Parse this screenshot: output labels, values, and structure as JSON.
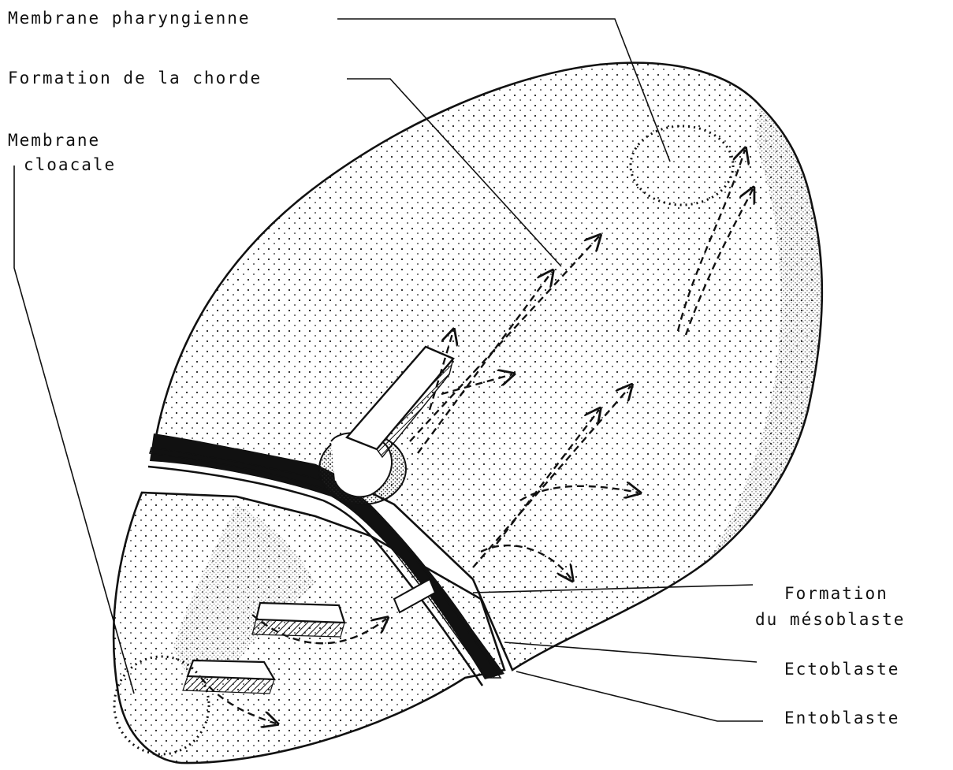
{
  "labels": {
    "membrane_pharyngienne": "Membrane pharyngienne",
    "formation_chorde": "Formation de la chorde",
    "membrane_cloacale_line1": "Membrane",
    "membrane_cloacale_line2": "cloacale",
    "formation_mesoblaste_line1": "Formation",
    "formation_mesoblaste_line2": "du mésoblaste",
    "ectoblaste": "Ectoblaste",
    "entoblaste": "Entoblaste"
  },
  "colors": {
    "ink": "#111111",
    "paper": "#ffffff"
  }
}
